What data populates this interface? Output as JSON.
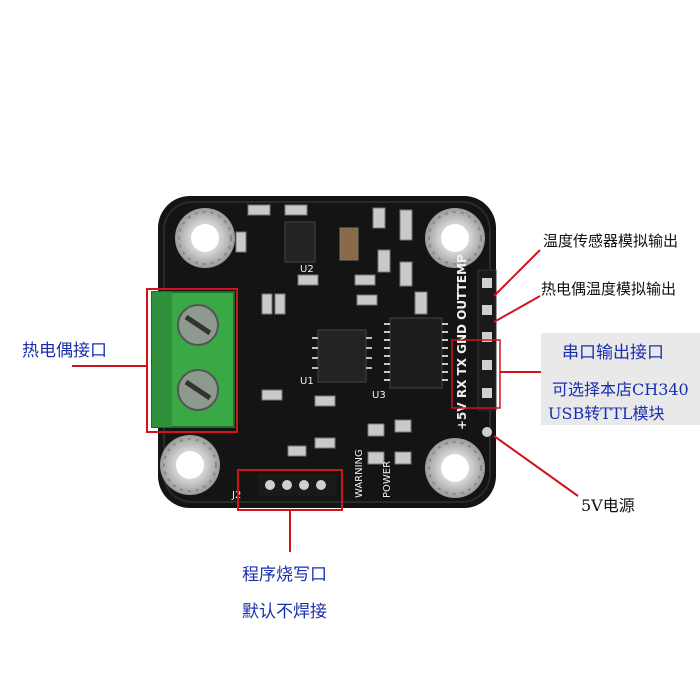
{
  "labels": {
    "thermocouple_port": "热电偶接口",
    "temp_sensor_analog_out": "温度传感器模拟输出",
    "thermocouple_temp_analog_out": "热电偶温度模拟输出",
    "serial_output_port": "串口输出接口",
    "serial_module_note_line1": "可选择本店CH340",
    "serial_module_note_line2": "USB转TTL模块",
    "power_5v": "5V电源",
    "program_burn_port": "程序烧写口",
    "default_not_soldered": "默认不焊接"
  },
  "silkscreen": {
    "header_pins": "+5V RX TX GND OUTTEMP",
    "warning": "WARNING",
    "power": "POWER",
    "u1": "U1",
    "u2": "U2",
    "u3": "U3",
    "j2": "J2"
  },
  "colors": {
    "pcb": "#141414",
    "terminal_block": "#3aa845",
    "callout_red": "#d0141b",
    "label_blue": "#1a2fb0",
    "serial_box_bg": "#e9e9e9"
  }
}
